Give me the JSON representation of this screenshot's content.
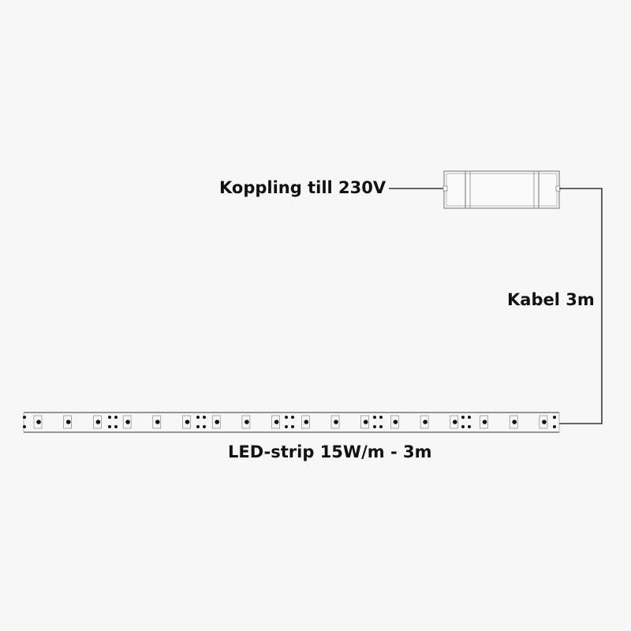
{
  "diagram": {
    "coupling_label": "Koppling till 230V",
    "cable_label": "Kabel 3m",
    "strip_label": "LED-strip 15W/m - 3m"
  },
  "colors": {
    "background": "#f7f7f7",
    "line": "#111111",
    "box_outline": "#888888"
  }
}
